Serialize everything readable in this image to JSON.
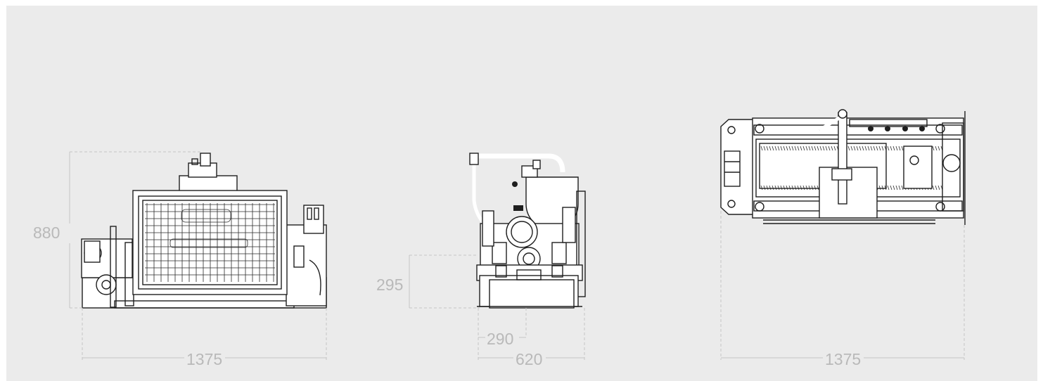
{
  "views": {
    "front": {
      "height_label": "880",
      "width_label": "1375"
    },
    "side": {
      "height_label": "295",
      "inner_label": "290",
      "width_label": "620"
    },
    "top": {
      "width_label": "1375"
    }
  },
  "colors": {
    "background": "#ebebeb",
    "dimension": "#b9b9b9",
    "drawing": "#1e1e1e"
  }
}
